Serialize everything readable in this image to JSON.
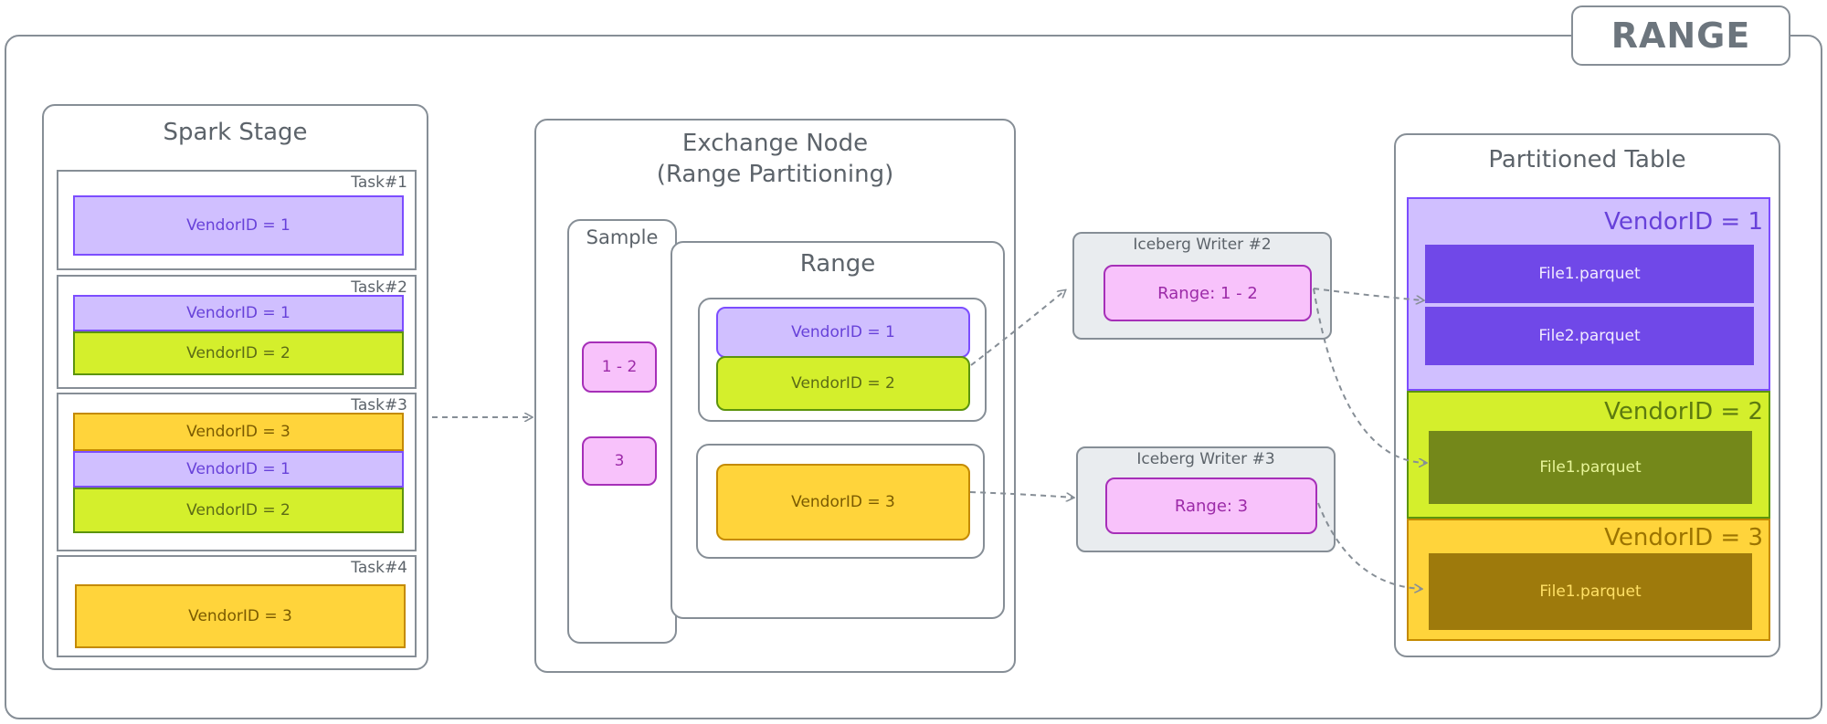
{
  "badge": "RANGE",
  "stage": {
    "title": "Spark Stage",
    "tasks": [
      {
        "label": "Task#1",
        "items": [
          "VendorID = 1"
        ]
      },
      {
        "label": "Task#2",
        "items": [
          "VendorID = 1",
          "VendorID = 2"
        ]
      },
      {
        "label": "Task#3",
        "items": [
          "VendorID = 3",
          "VendorID = 1",
          "VendorID = 2"
        ]
      },
      {
        "label": "Task#4",
        "items": [
          "VendorID = 3"
        ]
      }
    ]
  },
  "exchange": {
    "title_line1": "Exchange Node",
    "title_line2": "(Range Partitioning)",
    "sample": {
      "title": "Sample",
      "items": [
        "1 - 2",
        "3"
      ]
    },
    "range": {
      "title": "Range",
      "group1": [
        "VendorID = 1",
        "VendorID = 2"
      ],
      "group2": [
        "VendorID = 3"
      ]
    }
  },
  "writers": [
    {
      "title": "Iceberg Writer #2",
      "range": "Range: 1 - 2"
    },
    {
      "title": "Iceberg Writer #3",
      "range": "Range: 3"
    }
  ],
  "table": {
    "title": "Partitioned Table",
    "partitions": [
      {
        "label": "VendorID = 1",
        "files": [
          "File1.parquet",
          "File2.parquet"
        ]
      },
      {
        "label": "VendorID = 2",
        "files": [
          "File1.parquet"
        ]
      },
      {
        "label": "VendorID = 3",
        "files": [
          "File1.parquet"
        ]
      }
    ]
  },
  "colors": {
    "vendor1_fill": "#d0bfff",
    "vendor2_fill": "#d4ef2c",
    "vendor3_fill": "#ffd43b",
    "range_fill": "#f8c2fb",
    "writer_fill": "#e9ecef"
  }
}
